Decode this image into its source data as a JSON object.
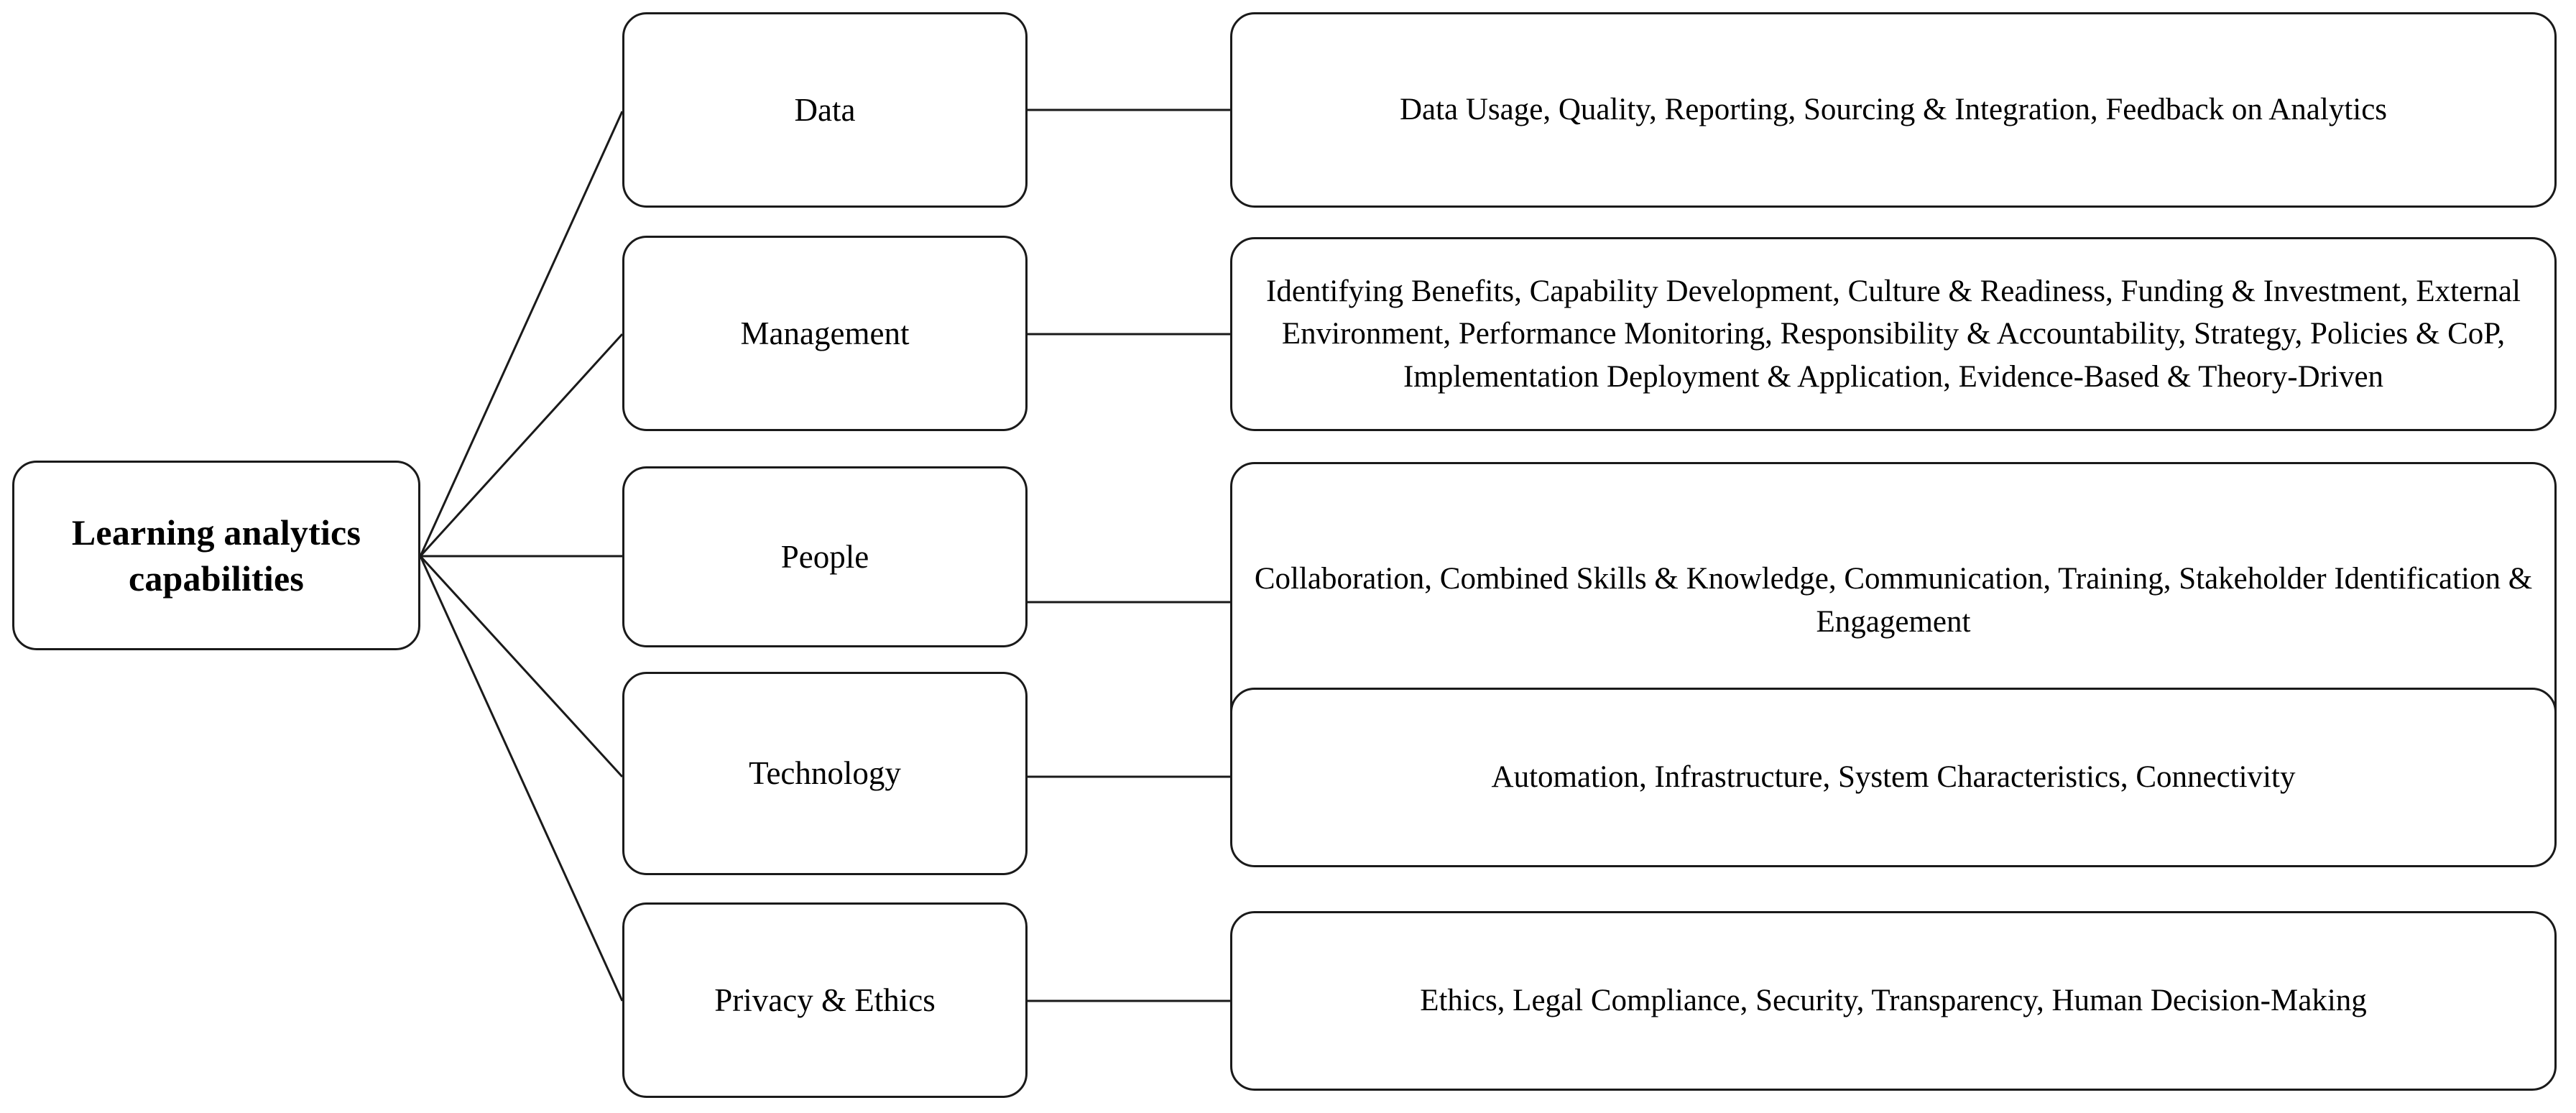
{
  "diagram": {
    "title": "Learning analytics capabilities framework",
    "type": "tree-diagram",
    "background_color": "#ffffff",
    "line_color": "#1a1a1a",
    "text_color": "#000000"
  },
  "root": {
    "label": "Learning analytics\ncapabilities"
  },
  "branches": [
    {
      "category": "Data",
      "details": "Data Usage, Quality, Reporting, Sourcing & Integration, Feedback on Analytics"
    },
    {
      "category": "Management",
      "details": "Identifying Benefits, Capability Development, Culture & Readiness, Funding & Investment, External Environment, Performance Monitoring, Responsibility & Accountability, Strategy, Policies & CoP, Implementation Deployment & Application, Evidence-Based & Theory-Driven"
    },
    {
      "category": "People",
      "details": "Collaboration, Combined Skills & Knowledge, Communication, Training, Stakeholder Identification & Engagement"
    },
    {
      "category": "Technology",
      "details": "Automation, Infrastructure, System Characteristics, Connectivity"
    },
    {
      "category": "Privacy & Ethics",
      "details": "Ethics, Legal Compliance, Security, Transparency, Human Decision-Making"
    }
  ]
}
